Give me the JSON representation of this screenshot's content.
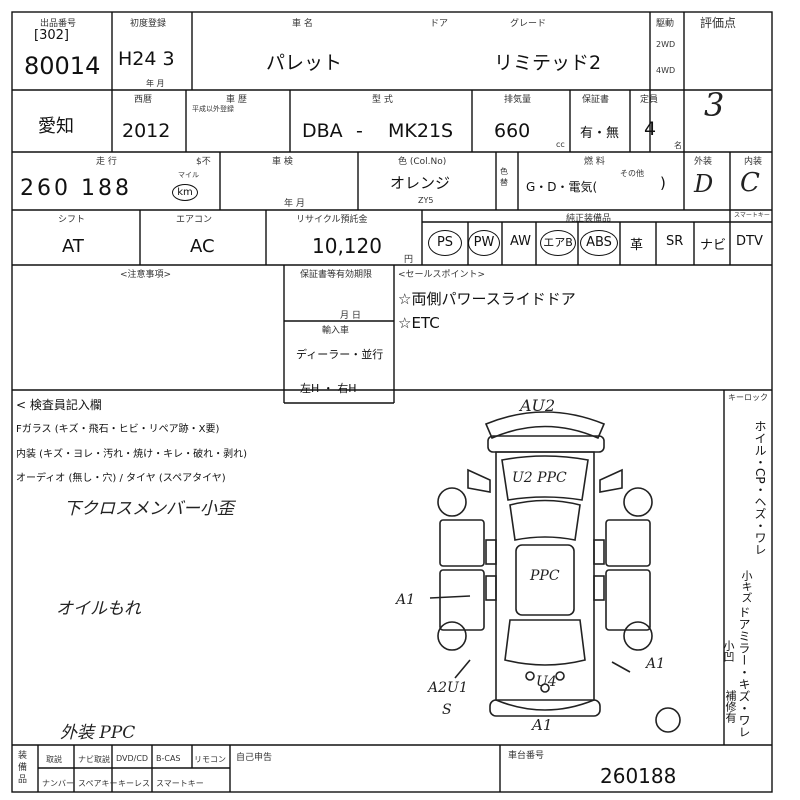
{
  "header": {
    "lot_area_label": "出品番号",
    "lot_prefix": "[302]",
    "lot_number": "80014",
    "first_reg_label": "初度登録",
    "first_reg_value": "H24 3",
    "first_reg_unit": "年 月",
    "name_label": "車 名",
    "door_label": "ドア",
    "grade_label": "グレード",
    "car_name": "パレット",
    "grade": "リミテッド2",
    "drive_label": "駆動",
    "drive_2wd": "2WD",
    "drive_4wd": "4WD",
    "score_label": "評価点",
    "score": "3"
  },
  "row2": {
    "location": "愛知",
    "year_label": "西暦",
    "year": "2012",
    "inspection_label": "車 歴",
    "inspection_sub": "平成以外登録",
    "model_label": "型 式",
    "model_prefix": "DBA",
    "model_dash": "-",
    "model_code": "MK21S",
    "cc_label": "排気量",
    "cc_value": "660",
    "cc_unit": "cc",
    "record_label": "保証書",
    "record_value": "有・無",
    "seats_label": "定員",
    "seats_value": "4",
    "seats_unit": "名"
  },
  "row3": {
    "mileage_label": "走 行",
    "mileage_value": "260 188",
    "mileage_unit_top": "マイル",
    "mileage_unit": "km",
    "mileage_meter_label": "$不",
    "shaken_label": "車 検",
    "shaken_unit": "年 月",
    "color_label": "色 (Col.No)",
    "color_value": "オレンジ",
    "color_code": "ZY5",
    "color_change_label": "色替",
    "fuel_label": "燃 料",
    "fuel_value": "G・D・電気(",
    "fuel_other": "その他",
    "fuel_close": ")",
    "exterior_label": "外装",
    "exterior_value": "D",
    "interior_label": "内装",
    "interior_value": "C"
  },
  "row4": {
    "shift_label": "シフト",
    "shift_value": "AT",
    "ac_label": "エアコン",
    "ac_value": "AC",
    "recycle_label": "リサイクル預託金",
    "recycle_value": "10,120",
    "recycle_unit": "円",
    "equipment_label": "純正装備品",
    "equipment": [
      "PS",
      "PW",
      "AW",
      "エアB",
      "ABS",
      "革",
      "SR",
      "ナビ",
      "DTV"
    ],
    "equipment_circled": [
      true,
      true,
      false,
      true,
      true,
      false,
      false,
      false,
      false
    ],
    "keyless_label": "スマートキー"
  },
  "row5": {
    "notes_label": "<注意事項>",
    "warranty_label": "保証書等有効期限",
    "warranty_unit": "月 日",
    "import_label": "輸入車",
    "import_value": "ディーラー・並行",
    "handle_value": "左H ・ 右H",
    "sales_label": "<セールスポイント>",
    "sales_points": [
      "☆両側パワースライドドア",
      "☆ETC"
    ]
  },
  "inspector": {
    "title": "< 検査員記入欄",
    "glass_line": "Fガラス (キズ・飛石・ヒビ・リペア跡・X要)",
    "interior_line": "内装 (キズ・ヨレ・汚れ・焼け・キレ・破れ・剥れ)",
    "audio_line": "オーディオ (無し・穴) / タイヤ (スペアタイヤ)",
    "note_1": "下クロスメンバー小歪",
    "note_2": "オイルもれ",
    "note_3": "外装 PPC",
    "key_label": "キーロック",
    "side_notes": [
      "ホイル・CP・ヘズ・ワレ",
      "ドアミラー・キズ・ワレ",
      "小キズ",
      "小凹",
      "補修有"
    ]
  },
  "diagram_marks": {
    "top": "AU2",
    "upper": "U2 PPC",
    "center": "PPC",
    "left_mid": "A1",
    "left_low": "A2U1",
    "left_low2": "S",
    "bottom": "U4",
    "right_low": "A1",
    "bottom_bumper": "A1"
  },
  "footer": {
    "equip_label": "装備品",
    "items_row1": [
      "取説",
      "ナビ取説",
      "DVD/CD",
      "B-CAS",
      "リモコン"
    ],
    "items_row2": [
      "ナンバー",
      "スペアキー",
      "キーレス",
      "スマートキー"
    ],
    "self_report_label": "自己申告",
    "vin_label": "車台番号",
    "vin_value": "260188"
  }
}
